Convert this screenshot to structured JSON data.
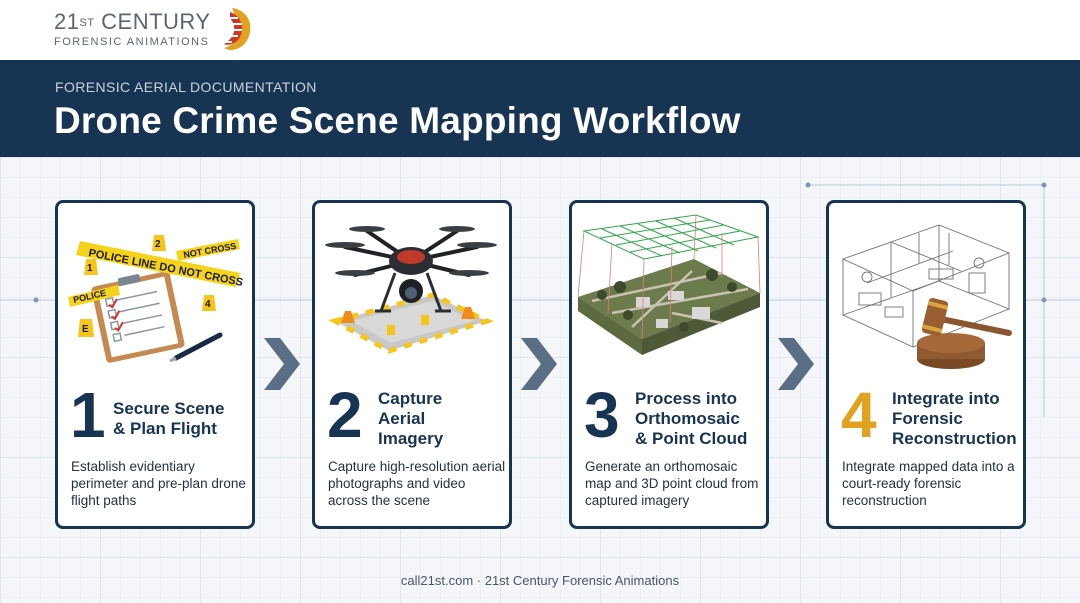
{
  "logo": {
    "main": "21",
    "super": "ST",
    "main_rest": " CENTURY",
    "sub": "FORENSIC ANIMATIONS"
  },
  "banner": {
    "kicker": "FORENSIC AERIAL DOCUMENTATION",
    "title": "Drone Crime Scene Mapping Workflow"
  },
  "steps": [
    {
      "number": "1",
      "title_lines": [
        "Secure Scene",
        "& Plan Flight"
      ],
      "description": "Establish evidentiary perimeter and pre-plan drone flight paths",
      "illustration": "police-tape-clipboard",
      "tape_text": "POLICE LINE DO NOT CROSS",
      "tape_text_2": "NOT CROSS",
      "tape_text_3": "POLICE"
    },
    {
      "number": "2",
      "title_lines": [
        "Capture",
        "Aerial",
        "Imagery"
      ],
      "description": "Capture high-resolution aerial photographs and video across the scene",
      "illustration": "hexacopter-drone"
    },
    {
      "number": "3",
      "title_lines": [
        "Process into",
        "Orthomosaic",
        "& Point Cloud"
      ],
      "description": "Generate an orthomosaic map and 3D point cloud from captured imagery",
      "illustration": "orthomosaic-terrain"
    },
    {
      "number": "4",
      "title_lines": [
        "Integrate into",
        "Forensic",
        "Reconstruction"
      ],
      "description": "Integrate mapped data into a court-ready forensic reconstruction",
      "illustration": "wireframe-room-gavel"
    }
  ],
  "footer": "call21st.com · 21st Century Forensic Animations",
  "colors": {
    "navy": "#173453",
    "gold": "#e0a21f",
    "chevron": "#5a6f85",
    "background": "#f4f6f9"
  }
}
